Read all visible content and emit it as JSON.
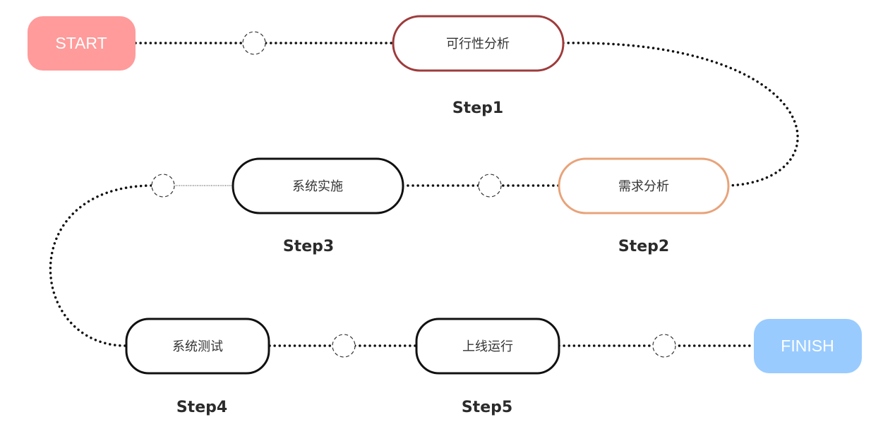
{
  "colors": {
    "start": "#ff9b9b",
    "finish": "#99cbff",
    "step1_border": "#9e3b3b",
    "step2_border": "#e8a37a",
    "default_border": "#111111",
    "connector": "#111111"
  },
  "terminals": {
    "start": "START",
    "finish": "FINISH"
  },
  "steps": [
    {
      "label": "Step1",
      "name": "可行性分析"
    },
    {
      "label": "Step2",
      "name": "需求分析"
    },
    {
      "label": "Step3",
      "name": "系统实施"
    },
    {
      "label": "Step4",
      "name": "系统测试"
    },
    {
      "label": "Step5",
      "name": "上线运行"
    }
  ]
}
